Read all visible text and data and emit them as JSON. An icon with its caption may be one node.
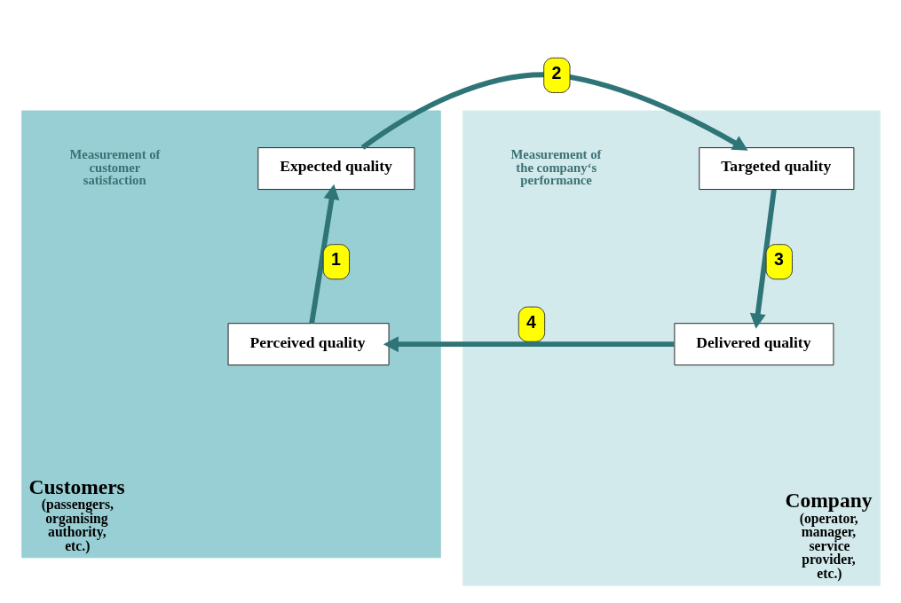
{
  "diagram": {
    "nodes": [
      {
        "text": [
          "Customers",
          "(passengers, organising authority, etc.)"
        ]
      },
      {
        "text": [
          "Expected quality"
        ],
        "in": 0
      },
      {
        "text": [
          "Perceived quality"
        ],
        "in": 0
      },
      {
        "text": [
          "Company",
          "(operator, manager, service provider, etc.)"
        ]
      },
      {
        "text": [
          "Targeted quality"
        ],
        "in": 3
      },
      {
        "text": [
          "Delivered quality"
        ],
        "in": 3
      }
    ],
    "edges": [
      {
        "from": 2,
        "to": 1,
        "arrow": "to",
        "label": "1"
      },
      {
        "from": 1,
        "to": 4,
        "arrow": "to",
        "label": "2"
      },
      {
        "from": 4,
        "to": 5,
        "arrow": "to",
        "label": "3"
      },
      {
        "from": 5,
        "to": 2,
        "arrow": "to",
        "label": "4"
      }
    ],
    "labels": [
      "Measurement of customer satisfaction",
      "Measurement of the company‘s performance"
    ]
  }
}
